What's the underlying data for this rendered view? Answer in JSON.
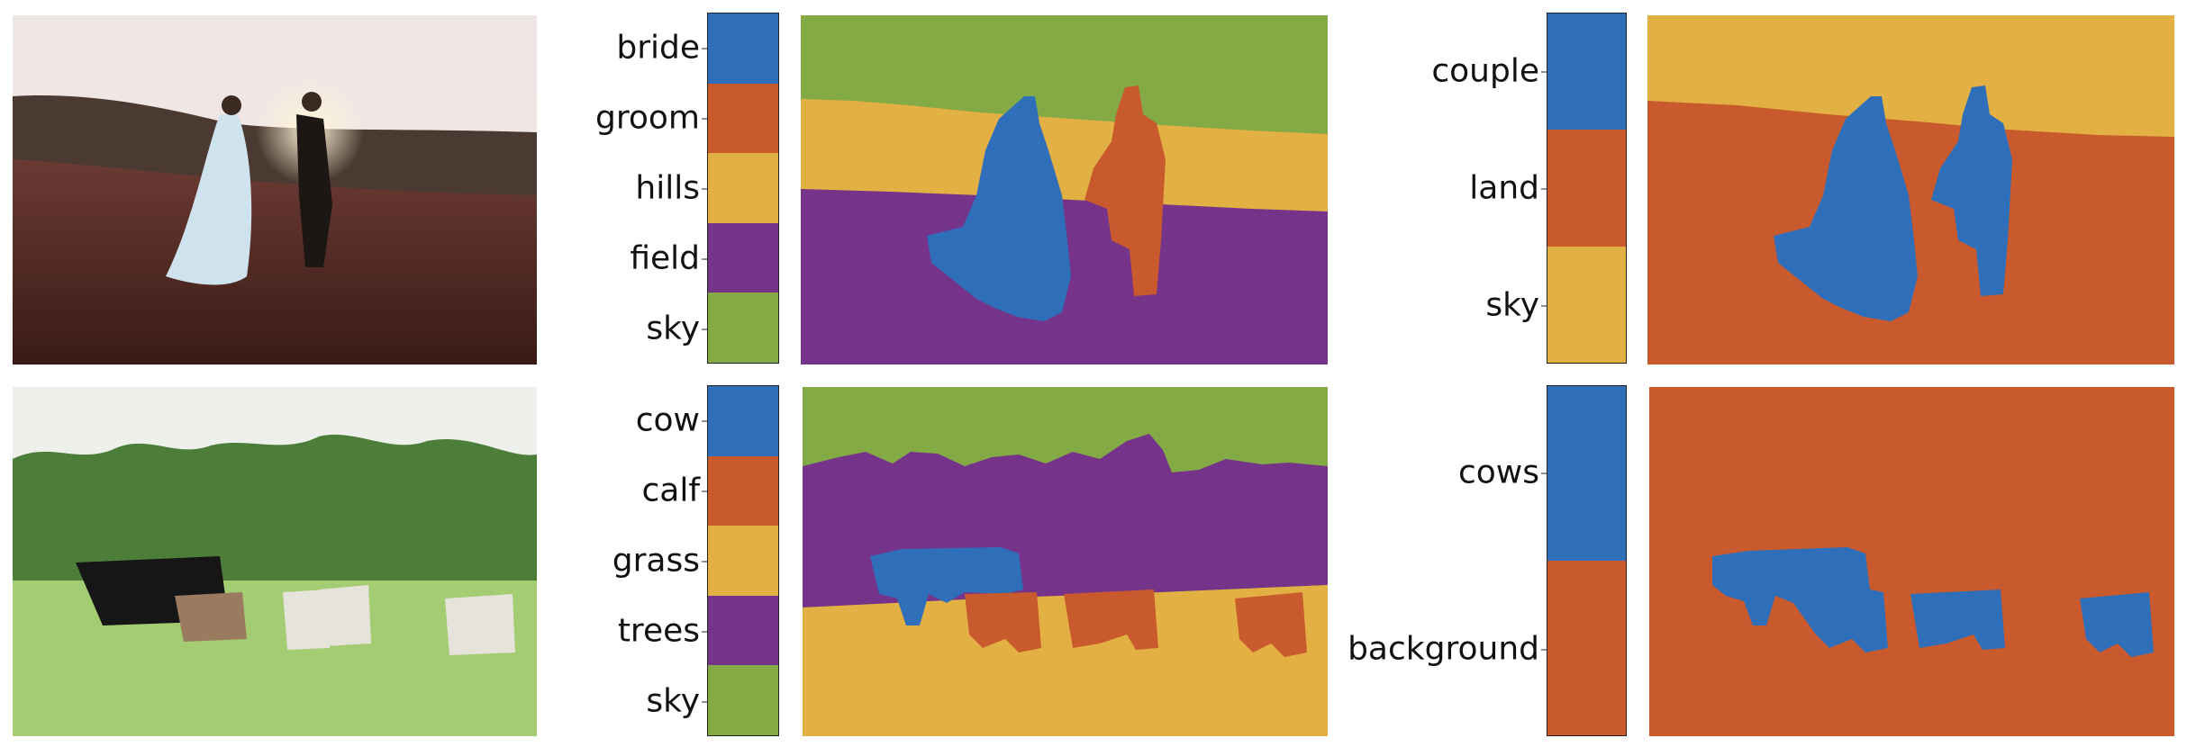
{
  "colors": {
    "blue": "#2f6fba",
    "orange": "#c95a2d",
    "yellow": "#e2b043",
    "purple": "#753389",
    "green": "#84aa45"
  },
  "row1": {
    "fine_legend": [
      "bride",
      "groom",
      "hills",
      "field",
      "sky"
    ],
    "coarse_legend": [
      "couple",
      "land",
      "sky"
    ]
  },
  "row2": {
    "fine_legend": [
      "cow",
      "calf",
      "grass",
      "trees",
      "sky"
    ],
    "coarse_legend": [
      "cows",
      "background"
    ]
  }
}
